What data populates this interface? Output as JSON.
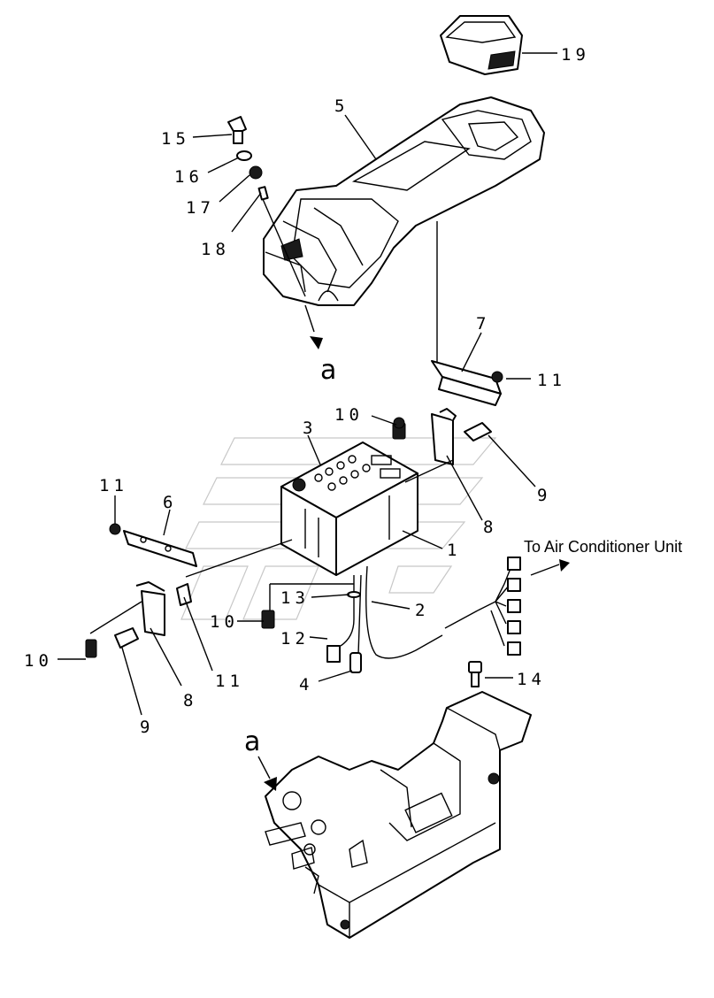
{
  "labels": {
    "p1": "1",
    "p2": "2",
    "p3": "3",
    "p4": "4",
    "p5": "5",
    "p6": "6",
    "p7": "7",
    "p8a": "8",
    "p8b": "8",
    "p9a": "9",
    "p9b": "9",
    "p10a": "10",
    "p10b": "10",
    "p10c": "10",
    "p11a": "11",
    "p11b": "11",
    "p11c": "11",
    "p12": "12",
    "p13": "13",
    "p14": "14",
    "p15": "15",
    "p16": "16",
    "p17": "17",
    "p18": "18",
    "p19": "19"
  },
  "view_markers": {
    "top": "a",
    "bottom": "a"
  },
  "note": "To Air Conditioner Unit"
}
